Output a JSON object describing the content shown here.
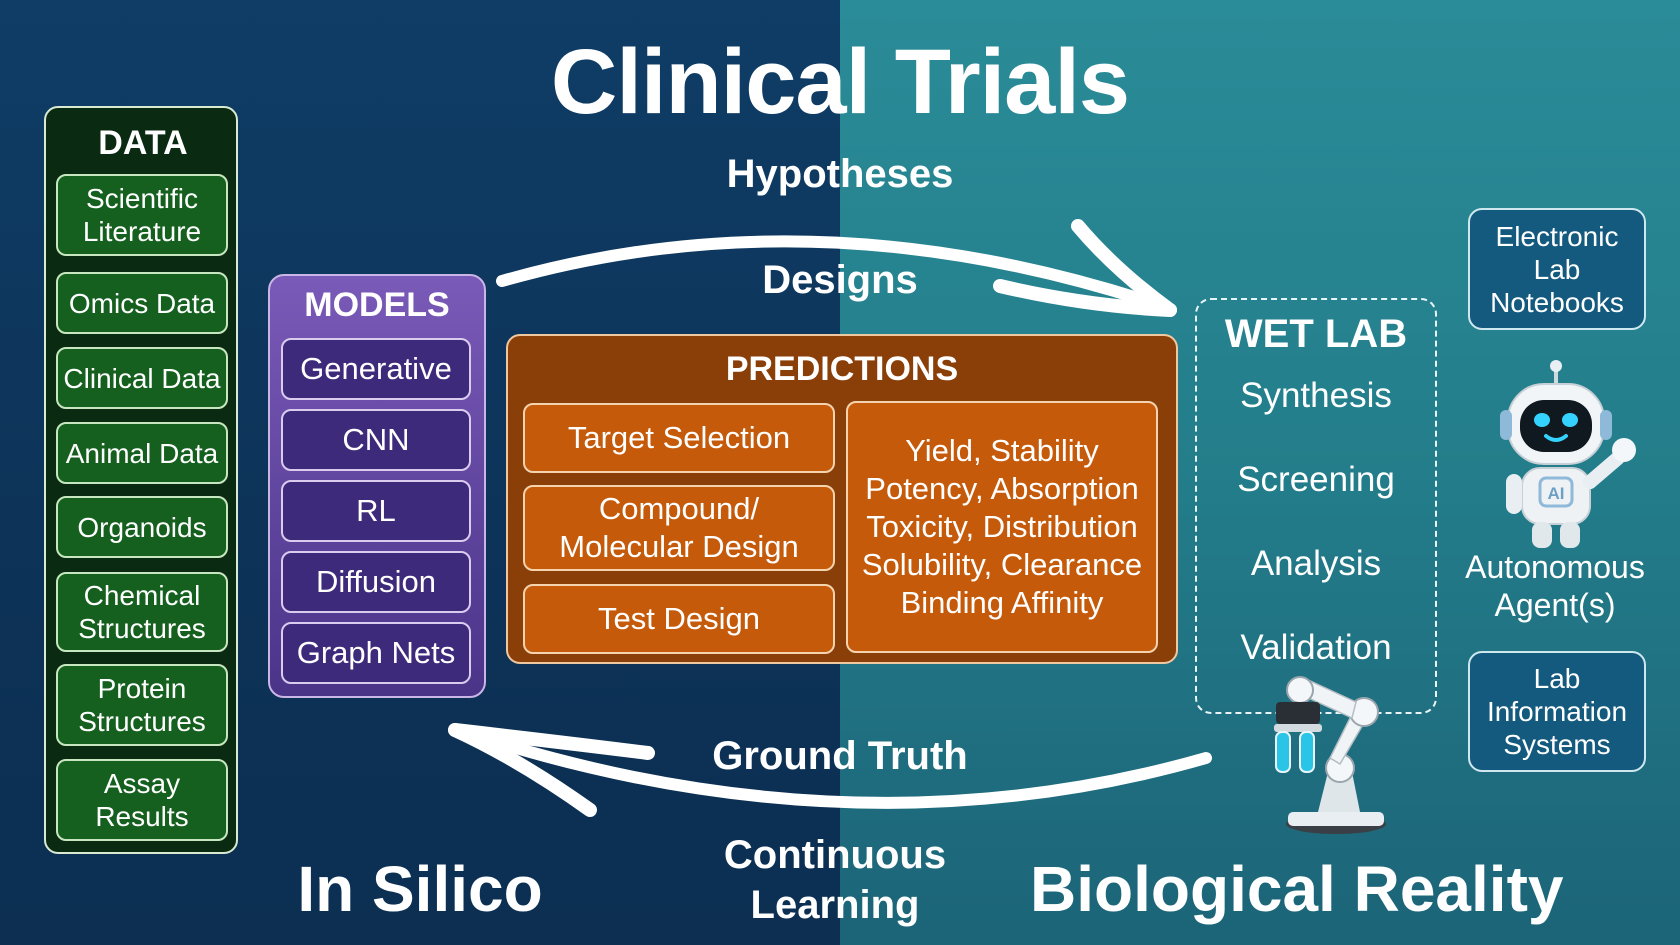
{
  "title": "Clinical Trials",
  "labels": {
    "hypotheses": "Hypotheses",
    "designs": "Designs",
    "ground_truth": "Ground Truth",
    "continuous_learning": [
      "Continuous",
      "Learning"
    ],
    "in_silico": "In Silico",
    "biological_reality": "Biological Reality"
  },
  "data": {
    "title": "DATA",
    "items": [
      [
        "Scientific",
        "Literature"
      ],
      [
        "Omics Data"
      ],
      [
        "Clinical Data"
      ],
      [
        "Animal Data"
      ],
      [
        "Organoids"
      ],
      [
        "Chemical",
        "Structures"
      ],
      [
        "Protein",
        "Structures"
      ],
      [
        "Assay",
        "Results"
      ]
    ]
  },
  "models": {
    "title": "MODELS",
    "items": [
      "Generative",
      "CNN",
      "RL",
      "Diffusion",
      "Graph Nets"
    ]
  },
  "predictions": {
    "title": "PREDICTIONS",
    "items": [
      [
        "Target Selection"
      ],
      [
        "Compound/",
        "Molecular Design"
      ],
      [
        "Test Design"
      ]
    ],
    "properties": [
      "Yield, Stability",
      "Potency, Absorption",
      "Toxicity, Distribution",
      "Solubility, Clearance",
      "Binding Affinity"
    ]
  },
  "wet_lab": {
    "title": "WET LAB",
    "items": [
      "Synthesis",
      "Screening",
      "Analysis",
      "Validation"
    ]
  },
  "right": {
    "eln": [
      "Electronic",
      "Lab",
      "Notebooks"
    ],
    "agent": [
      "Autonomous",
      "Agent(s)"
    ],
    "agent_badge": "AI",
    "lims": [
      "Lab",
      "Information",
      "Systems"
    ]
  },
  "colors": {
    "left_bg": "#0f3d66",
    "right_bg": "#2a8c98",
    "data_fill": "#15601f",
    "models_fill": "#3e2a7a",
    "predictions_fill": "#c55a0a",
    "info_fill": "#145a7e"
  },
  "icons": [
    "robot-agent-icon",
    "robotic-arm-icon"
  ]
}
